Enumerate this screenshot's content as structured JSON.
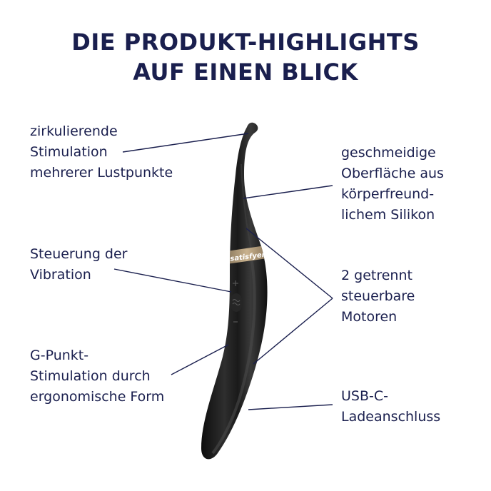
{
  "title": {
    "line1": "DIE PRODUKT-HIGHLIGHTS",
    "line2": "AUF EINEN BLICK"
  },
  "callouts": {
    "left": [
      {
        "lines": [
          "zirkulierende",
          "Stimulation",
          "mehrerer Lustpunkte"
        ]
      },
      {
        "lines": [
          "Steuerung der",
          "Vibration"
        ]
      },
      {
        "lines": [
          "G-Punkt-",
          "Stimulation durch",
          "ergonomische Form"
        ]
      }
    ],
    "right": [
      {
        "lines": [
          "geschmeidige",
          "Oberfläche aus",
          "körperfreund-",
          "lichem Silikon"
        ]
      },
      {
        "lines": [
          "2 getrennt",
          "steuerbare",
          "Motoren"
        ]
      },
      {
        "lines": [
          "USB-C-",
          "Ladeanschluss"
        ]
      }
    ]
  },
  "product": {
    "brand_band_text": "satisfyer",
    "buttons": [
      "plus-button",
      "mode-button",
      "minus-button"
    ]
  },
  "colors": {
    "text": "#1a1f4e",
    "leader_line": "#1a1f4e",
    "device_body": "#1c1c1c",
    "band": "#b59d7a"
  }
}
